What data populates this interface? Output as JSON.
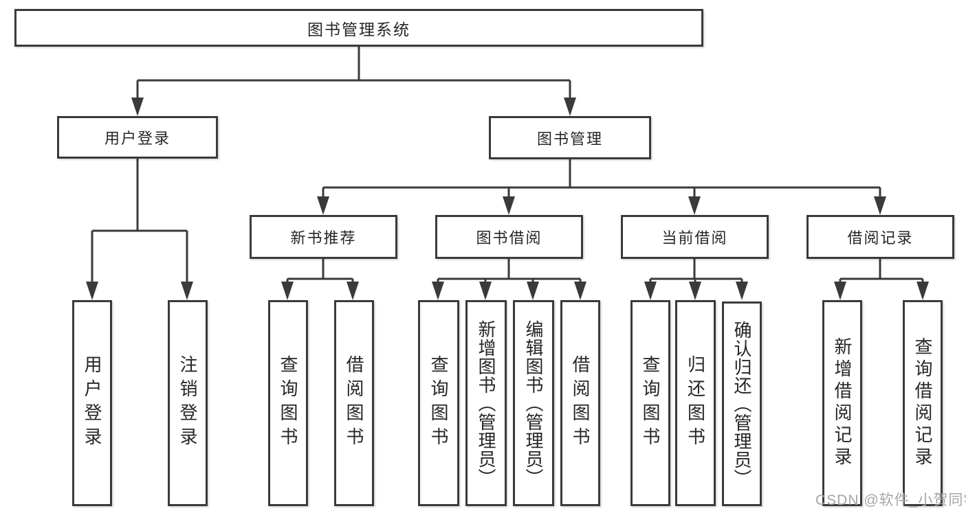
{
  "root": {
    "label": "图书管理系统"
  },
  "branches": {
    "user_login": {
      "label": "用户登录"
    },
    "book_mgmt": {
      "label": "图书管理"
    }
  },
  "sections": {
    "new_book": {
      "label": "新书推荐"
    },
    "book_borrow": {
      "label": "图书借阅"
    },
    "current_borrow": {
      "label": "当前借阅"
    },
    "borrow_record": {
      "label": "借阅记录"
    }
  },
  "leaves": {
    "user_login": {
      "label": "用户登录"
    },
    "logout": {
      "label": "注销登录"
    },
    "newbook_query": {
      "label": "查询图书"
    },
    "newbook_borrow": {
      "label": "借阅图书"
    },
    "borrow_query": {
      "label": "查询图书"
    },
    "borrow_add": {
      "label": "新增图书（管理员）"
    },
    "borrow_edit": {
      "label": "编辑图书（管理员）"
    },
    "borrow_borrow": {
      "label": "借阅图书"
    },
    "current_query": {
      "label": "查询图书"
    },
    "current_return": {
      "label": "归还图书"
    },
    "current_confirm": {
      "label": "确认归还（管理员）"
    },
    "record_add": {
      "label": "新增借阅记录"
    },
    "record_query": {
      "label": "查询借阅记录"
    }
  },
  "watermark": {
    "text": "CSDN @软件_小贺同学"
  },
  "colors": {
    "line": "#3a3a3a",
    "text": "#262626",
    "watermark": "#a6a6a6",
    "background": "#ffffff"
  }
}
